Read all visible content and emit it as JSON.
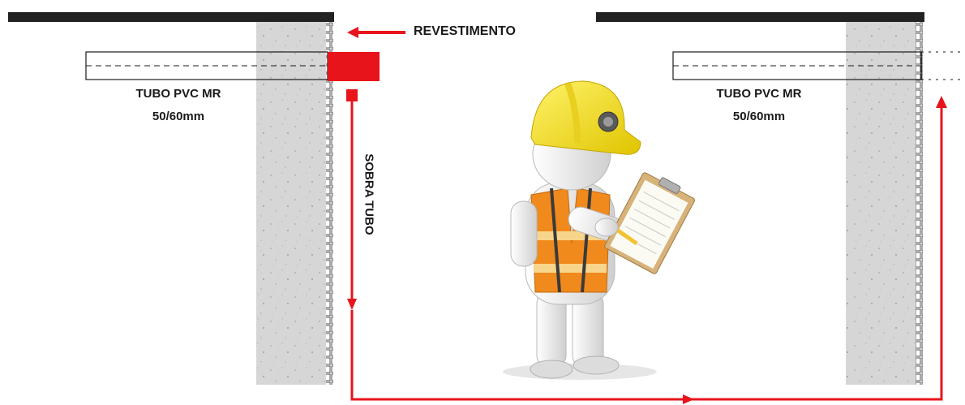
{
  "labels": {
    "revestimento": "REVESTIMENTO",
    "sobra_tubo": "SOBRA TUBO",
    "left_pipe_name": "TUBO PVC MR",
    "left_pipe_size": "50/60mm",
    "right_pipe_name": "TUBO PVC MR",
    "right_pipe_size": "50/60mm"
  },
  "colors": {
    "accent": "#e8141c",
    "slab": "#222222",
    "concrete": "#d9d9d9",
    "text": "#1a1a1a",
    "helmet": "#f5e21a",
    "vest": "#f08a1c",
    "figure": "#eeeeee"
  },
  "icons": {
    "worker": "construction-worker-with-clipboard-icon"
  }
}
